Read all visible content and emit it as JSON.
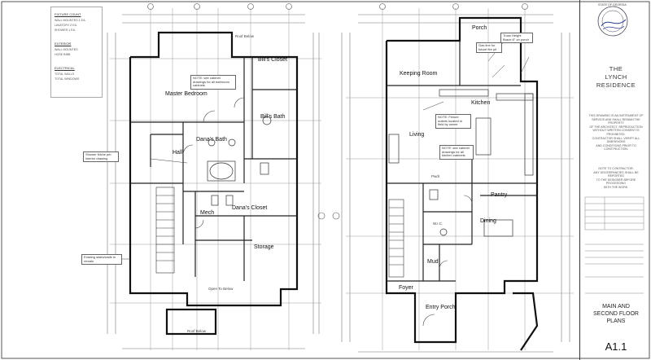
{
  "legend": {
    "heading_1": "FIXTURE COUNT",
    "rows_1": [
      "WALL MOUNTED   1 EA.",
      "LAVATORY   2 EA.",
      "SHOWER   1 EA."
    ],
    "heading_2": "EXTERIOR",
    "rows_2": [
      "WALL MOUNTED",
      "HOSE BIBB"
    ],
    "heading_3": "ELECTRICAL",
    "rows_3": [
      "TOTAL WALLS",
      "TOTAL WINDOWS"
    ]
  },
  "left_plan": {
    "rooms": {
      "master_bedroom": "Master Bedroom",
      "bills_closet": "Bill's Closet",
      "bills_bath": "Bill's Bath",
      "danas_bath": "Dana's Bath",
      "danas_closet": "Dana's Closet",
      "hall": "Hall",
      "mech": "Mech",
      "storage": "Storage"
    },
    "annotations": {
      "roof_below_top": "Roof Below",
      "roof_below_bottom": "Roof Below",
      "open_to_below": "Open To Below",
      "shower_note": "Shower Niche per interior drawing",
      "existing_note": "Existing stairs/walls to remain",
      "note_1": "NOTE: see cabinet drawings for all bathroom cabinets"
    }
  },
  "right_plan": {
    "rooms": {
      "porch": "Porch",
      "keeping_room": "Keeping Room",
      "kitchen": "Kitchen",
      "living": "Living",
      "pantry": "Pantry",
      "dining": "Dining",
      "mud": "Mud",
      "foyer": "Foyer",
      "entry_porch": "Entry Porch",
      "powder": "Pwdr",
      "wic": "W.I.C."
    },
    "annotations": {
      "truss_note": "Truss Height Brace 8\" on porch",
      "gas_note": "Gas line for future fire pit",
      "open_note": "NOTE: Fixture outlets located in field by owner",
      "note_kitchen": "NOTE: see cabinet drawings for all kitchen cabinets"
    }
  },
  "title_block": {
    "seal_text": "STATE OF GEORGIA",
    "project_line1": "THE",
    "project_line2": "LYNCH",
    "project_line3": "RESIDENCE",
    "address": "MAIN AND SECOND FLOOR PLANS",
    "sheet_name_1": "MAIN AND",
    "sheet_name_2": "SECOND FLOOR",
    "sheet_name_3": "PLANS",
    "sheet_number": "A1.1",
    "notes": [
      "THIS DRAWING IS AN INSTRUMENT OF",
      "SERVICE AND SHALL REMAIN THE PROPERTY",
      "OF THE ARCHITECT. REPRODUCTION",
      "WITHOUT WRITTEN CONSENT IS PROHIBITED.",
      "CONTRACTOR SHALL VERIFY ALL DIMENSIONS",
      "AND CONDITIONS PRIOR TO CONSTRUCTION."
    ],
    "notes_2": [
      "NOTE TO CONTRACTOR:",
      "ANY DISCREPANCIES SHALL BE REPORTED",
      "TO THE DESIGNER BEFORE PROCEEDING",
      "WITH THE WORK."
    ]
  }
}
